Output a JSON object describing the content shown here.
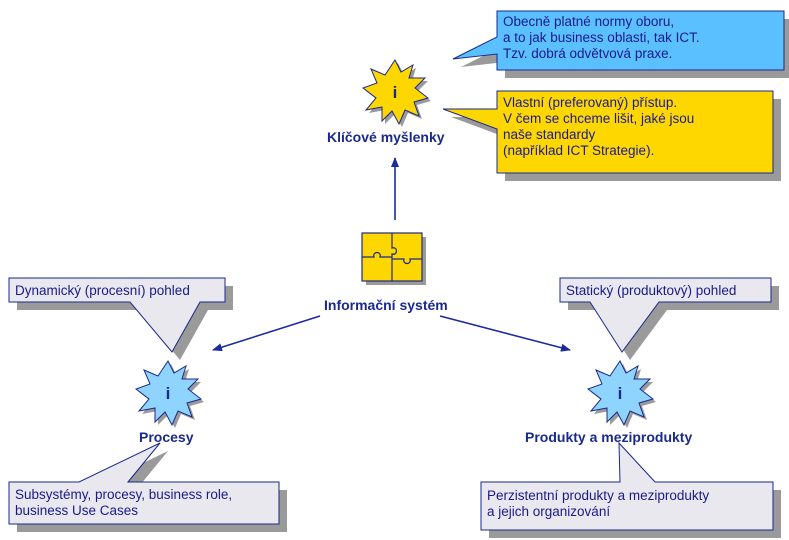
{
  "nodes": {
    "center": {
      "label": "Informační systém",
      "icon": "puzzle-icon"
    },
    "key_ideas": {
      "label": "Klíčové myšlenky",
      "icon": "info-burst-icon"
    },
    "processes": {
      "label": "Procesy",
      "icon": "info-burst-icon"
    },
    "products": {
      "label": "Produkty a meziprodukty",
      "icon": "info-burst-icon"
    }
  },
  "callouts": {
    "industry_norms": {
      "text": "Obecně platné normy oboru,\na to jak business oblasti, tak ICT.\nTzv. dobrá odvětvová praxe.",
      "color": "#5bc0ff"
    },
    "own_approach": {
      "text": "Vlastní (preferovaný) přístup.\nV čem se chceme lišit, jaké jsou\nnaše standardy\n(například ICT Strategie).",
      "color": "#ffd700"
    },
    "dynamic_view": {
      "text": "Dynamický (procesní) pohled",
      "color": "#e8e8ee"
    },
    "static_view": {
      "text": "Statický (produktový) pohled",
      "color": "#e8e8ee"
    },
    "process_details": {
      "text": "Subsystémy, procesy, business role,\nbusiness Use Cases",
      "color": "#e8e8ee"
    },
    "product_details": {
      "text": "Perzistentní produkty a meziprodukty\na jejich organizování",
      "color": "#e8e8ee"
    }
  },
  "colors": {
    "arrow": "#1a2aa0",
    "burst_yellow": "#ffd700",
    "burst_blue": "#8fd4ff",
    "outline": "#1a2a8a",
    "shadow": "#9a9a9a"
  }
}
